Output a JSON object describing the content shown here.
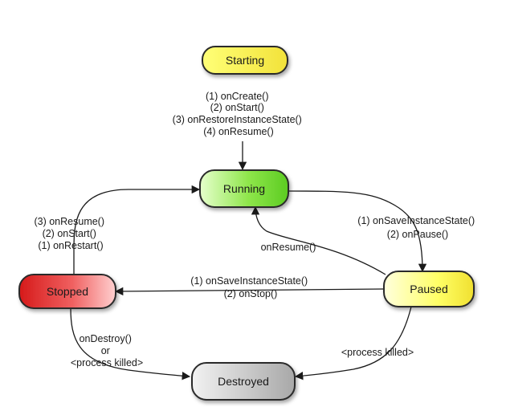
{
  "states": {
    "starting": "Starting",
    "running": "Running",
    "stopped": "Stopped",
    "paused": "Paused",
    "destroyed": "Destroyed"
  },
  "transitions": {
    "starting_to_running": [
      "(1) onCreate()",
      "(2) onStart()",
      "(3) onRestoreInstanceState()",
      "(4) onResume()"
    ],
    "stopped_to_running": [
      "(3) onResume()",
      "(2) onStart()",
      "(1) onRestart()"
    ],
    "running_to_paused": [
      "(1) onSaveInstanceState()",
      "(2) onPause()"
    ],
    "paused_to_running": [
      "onResume()"
    ],
    "paused_to_stopped": [
      "(1) onSaveInstanceState()",
      "(2) onStop()"
    ],
    "stopped_to_destroyed": [
      "onDestroy()",
      "or",
      "<process killed>"
    ],
    "paused_to_destroyed": [
      "<process killed>"
    ]
  },
  "colors": {
    "starting": "#ffff66",
    "running": "#66dd33",
    "stopped": "#e82828",
    "paused": "#ffff44",
    "destroyed": "#bdbdbd"
  }
}
